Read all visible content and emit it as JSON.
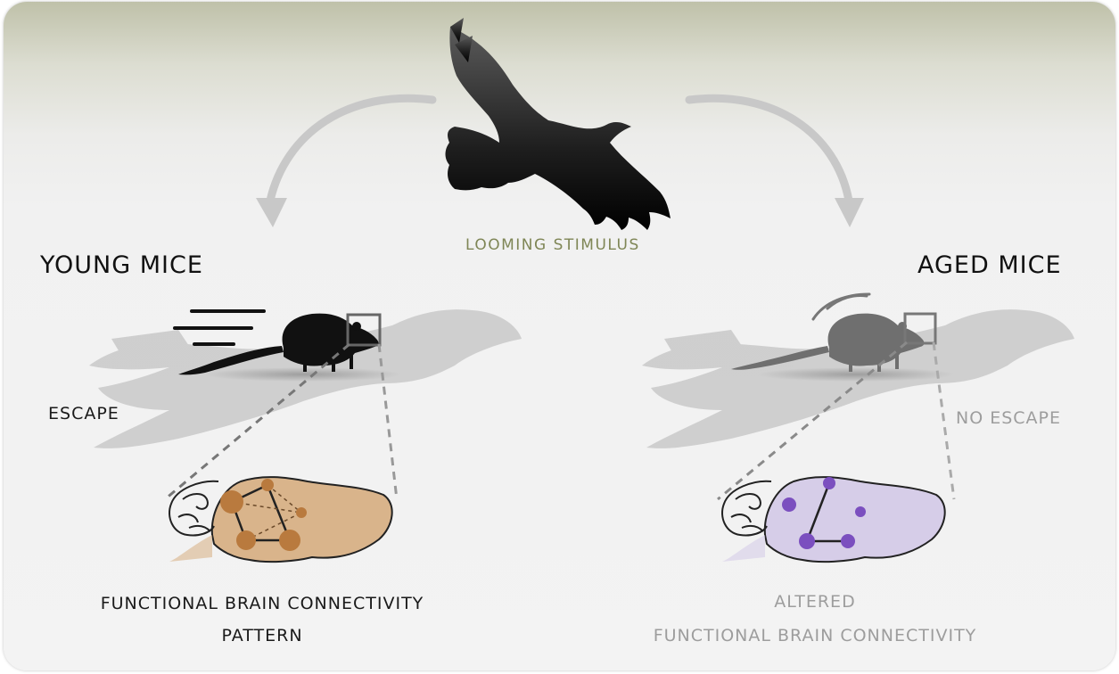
{
  "stimulus_label": "LOOMING STIMULUS",
  "young": {
    "title": "YOUNG MICE",
    "behavior": "ESCAPE",
    "connectivity_line1": "FUNCTIONAL BRAIN CONNECTIVITY",
    "connectivity_line2": "PATTERN",
    "brain_color": "#d9b48b",
    "node_color": "#b97a3e"
  },
  "aged": {
    "title": "AGED MICE",
    "behavior": "NO ESCAPE",
    "connectivity_line1": "ALTERED",
    "connectivity_line2": "FUNCTIONAL BRAIN CONNECTIVITY",
    "brain_color": "#d6cde8",
    "node_color": "#7b4fbf"
  },
  "colors": {
    "stimulus_text": "#7f8656",
    "arrow": "#c8c8c8",
    "mouse_young": "#111111",
    "mouse_aged": "#6f6f6f",
    "shadow": "#c9c9c9"
  }
}
